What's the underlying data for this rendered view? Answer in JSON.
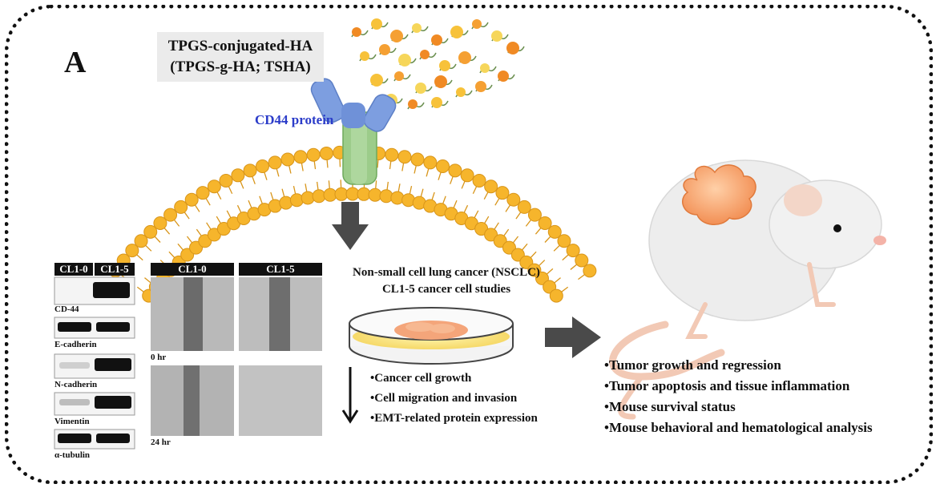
{
  "panel": {
    "letter": "A"
  },
  "conjugate": {
    "line1": "TPGS-conjugated-HA",
    "line2": "(TPGS-g-HA; TSHA)"
  },
  "receptor": {
    "label": "CD44 protein"
  },
  "blots": {
    "lanes": [
      "CL1-0",
      "CL1-5"
    ],
    "proteins": [
      "CD-44",
      "E-cadherin",
      "N-cadherin",
      "Vimentin",
      "α-tubulin"
    ]
  },
  "migration": {
    "columns": [
      "CL1-0",
      "CL1-5"
    ],
    "times": [
      "0 hr",
      "24 hr"
    ]
  },
  "cell_study": {
    "line1": "Non-small cell lung cancer (NSCLC)",
    "line2": "CL1-5 cancer cell studies",
    "effects": [
      "•Cancer cell growth",
      "•Cell migration and invasion",
      "•EMT-related protein expression"
    ]
  },
  "animal_study": {
    "outcomes": [
      "•Tumor growth and regression",
      "•Tumor apoptosis and tissue inflammation",
      "•Mouse survival status",
      "•Mouse behavioral and hematological analysis"
    ]
  },
  "colors": {
    "membrane": "#f6b52c",
    "receptor_blue": "#7d9ee0",
    "receptor_green": "#9ccc8a",
    "arrow": "#4a4a4a",
    "label_blue": "#2b3cc9",
    "tumor": "#f7a66b"
  }
}
